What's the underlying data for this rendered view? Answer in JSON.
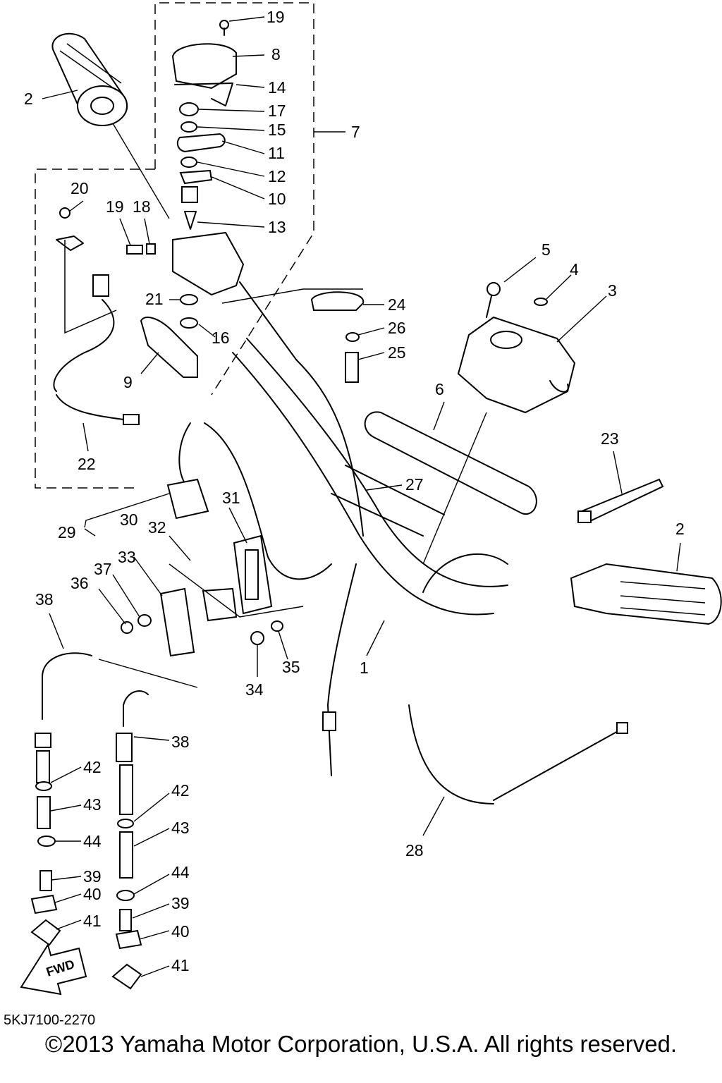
{
  "diagram": {
    "callouts": [
      "1",
      "2",
      "3",
      "4",
      "5",
      "6",
      "7",
      "8",
      "9",
      "10",
      "11",
      "12",
      "13",
      "14",
      "15",
      "16",
      "17",
      "18",
      "19",
      "20",
      "21",
      "22",
      "23",
      "24",
      "25",
      "26",
      "27",
      "28",
      "29",
      "30",
      "31",
      "32",
      "33",
      "34",
      "35",
      "36",
      "37",
      "38",
      "39",
      "40",
      "41",
      "42",
      "43",
      "44"
    ],
    "direction_marker": "FWD"
  },
  "footer": {
    "drawing_code": "5KJ7100-2270",
    "copyright": "©2013 Yamaha Motor Corporation, U.S.A. All rights reserved."
  }
}
